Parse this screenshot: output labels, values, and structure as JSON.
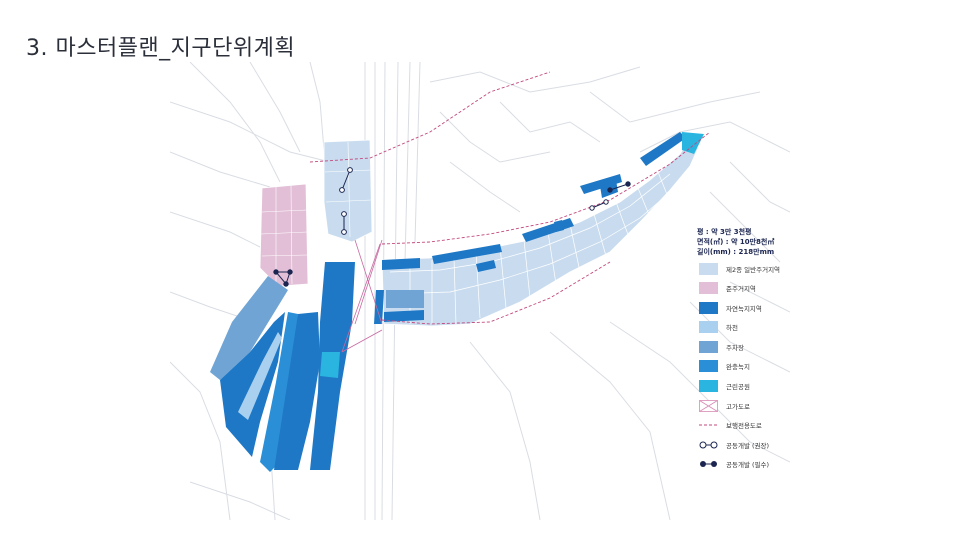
{
  "title": "3. 마스터플랜_지구단위계획",
  "summary": {
    "line1": "평 : 약 3만 3천평",
    "line2": "면적(㎡) : 약 10만8천㎡",
    "line3": "길이(mm) : 218만mm"
  },
  "legend": [
    {
      "label": "제2종 일반주거지역",
      "color": "#c9dcef",
      "kind": "fill"
    },
    {
      "label": "준주거지역",
      "color": "#e2bfd6",
      "kind": "fill"
    },
    {
      "label": "자연녹지지역",
      "color": "#1e78c6",
      "kind": "fill"
    },
    {
      "label": "하천",
      "color": "#a9d0ee",
      "kind": "fill"
    },
    {
      "label": "주차장",
      "color": "#6fa4d4",
      "kind": "fill"
    },
    {
      "label": "완충녹지",
      "color": "#2a8fd6",
      "kind": "fill"
    },
    {
      "label": "근린공원",
      "color": "#29b5e0",
      "kind": "fill"
    },
    {
      "label": "고가도로",
      "color": "#d98bb5",
      "kind": "cross"
    },
    {
      "label": "보행전용도로",
      "color": "#c2497e",
      "kind": "dash"
    },
    {
      "label": "공동개발 (권장)",
      "color": "#1b2550",
      "kind": "open-dots"
    },
    {
      "label": "공동개발 (필수)",
      "color": "#1b2550",
      "kind": "solid-dots"
    }
  ]
}
